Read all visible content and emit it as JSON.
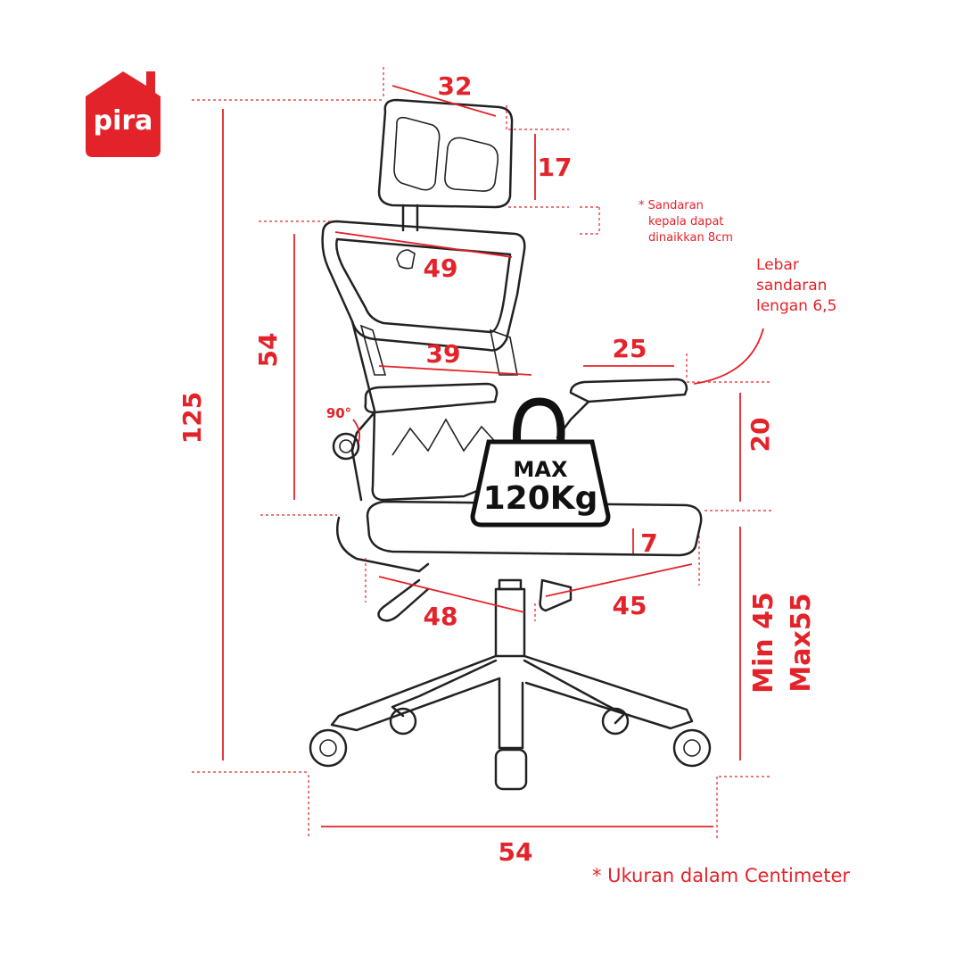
{
  "logo": {
    "text": "pira",
    "brand_color": "#e3232a"
  },
  "dimensions": {
    "headrest_width": "32",
    "headrest_height": "17",
    "backrest_width": "49",
    "backrest_height": "54",
    "total_height": "125",
    "lumbar_width": "39",
    "armrest_length": "25",
    "armrest_height": "20",
    "seat_thickness": "7",
    "seat_depth": "48",
    "seat_width": "45",
    "seat_height_min": "Min 45",
    "seat_height_max": "Max55",
    "base_width": "54",
    "recline_angle": "90°"
  },
  "notes": {
    "headrest_note_line1": "* Sandaran",
    "headrest_note_line2": "kepala dapat",
    "headrest_note_line3": "dinaikkan 8cm",
    "armrest_note_line1": "Lebar",
    "armrest_note_line2": "sandaran",
    "armrest_note_line3": "lengan 6,5",
    "unit_note": "* Ukuran dalam Centimeter"
  },
  "weight_badge": {
    "label": "MAX",
    "value": "120Kg"
  },
  "colors": {
    "accent": "#e3232a",
    "outline": "#222222"
  }
}
